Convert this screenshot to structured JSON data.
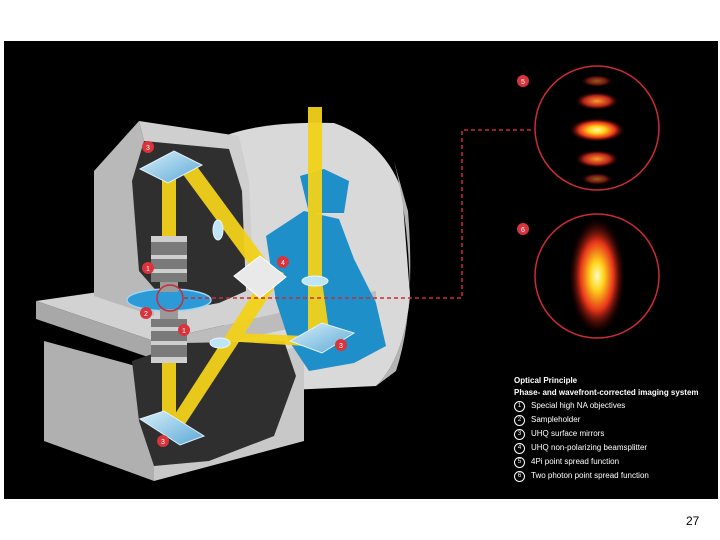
{
  "callouts": {
    "n1": "1",
    "n2": "2",
    "n3a": "3",
    "n3b": "3",
    "n4": "4",
    "n5": "5",
    "n6": "6",
    "n9": "3"
  },
  "legend": {
    "title": "Optical Principle",
    "subtitle": "Phase- and wavefront-corrected imaging system",
    "items": [
      {
        "num": "1",
        "text": "Special high NA objectives"
      },
      {
        "num": "2",
        "text": "Sampleholder"
      },
      {
        "num": "3",
        "text": "UHQ surface mirrors"
      },
      {
        "num": "4",
        "text": "UHQ non-polarizing beamsplitter"
      },
      {
        "num": "5",
        "text": "4Pi point spread function"
      },
      {
        "num": "6",
        "text": "Two photon point spread function"
      }
    ]
  },
  "page_number": "27",
  "colors": {
    "beam": "#f2d21a",
    "housing": "#c9c9c9",
    "cavity": "#2e2e2e",
    "blue": "#1e8fc8",
    "callout": "#d8343c",
    "dashed": "#cc2b35"
  }
}
